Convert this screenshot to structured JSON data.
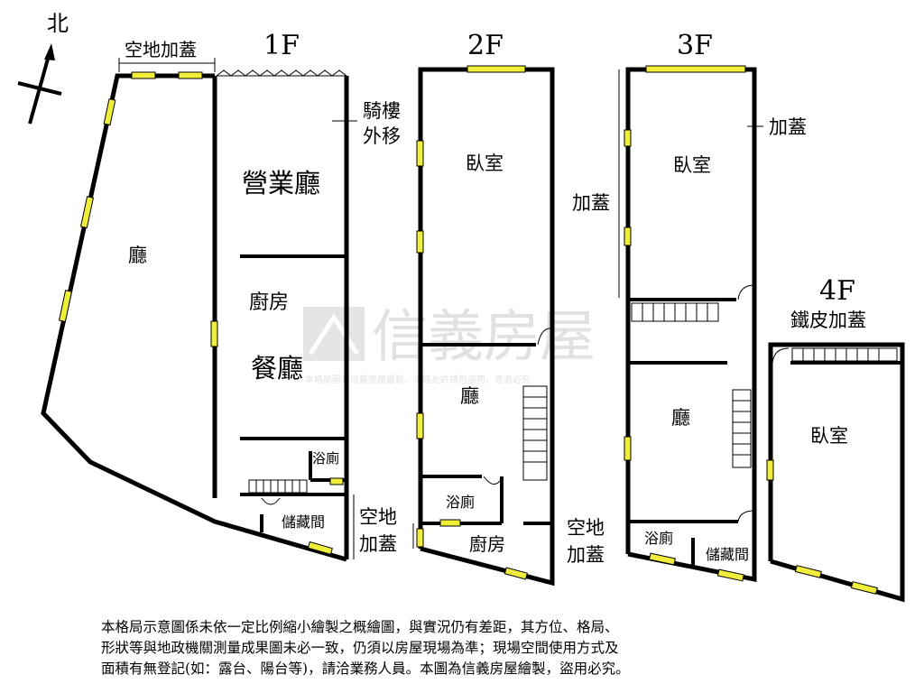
{
  "compass": {
    "north": "北"
  },
  "floors": {
    "f1": {
      "title": "1F",
      "labels": {
        "top_addition": "空地加蓋",
        "arcade_1": "騎樓",
        "arcade_2": "外移",
        "hall": "廳",
        "business_hall": "營業廳",
        "kitchen": "廚房",
        "dining": "餐廳",
        "bath": "浴廁",
        "storage": "儲藏間",
        "side_addition_1": "空地",
        "side_addition_2": "加蓋"
      }
    },
    "f2": {
      "title": "2F",
      "labels": {
        "bedroom": "臥室",
        "hall": "廳",
        "bath": "浴廁",
        "kitchen": "廚房"
      }
    },
    "f3": {
      "title": "3F",
      "labels": {
        "left_addition": "加蓋",
        "right_addition": "加蓋",
        "bedroom": "臥室",
        "hall": "廳",
        "bath": "浴廁",
        "storage": "儲藏間",
        "side_addition_1": "空地",
        "side_addition_2": "加蓋"
      }
    },
    "f4": {
      "title": "4F",
      "subtitle": "鐵皮加蓋",
      "labels": {
        "bedroom": "臥室"
      }
    }
  },
  "watermark": {
    "brand": "信義房屋",
    "notice": "本格局圖為信義房屋繪製，未經允許請勿盜用，違者必究"
  },
  "disclaimer": {
    "line1": "本格局示意圖係未依一定比例縮小繪製之概繪圖，與實況仍有差距，其方位、格局、",
    "line2": "形狀等與地政機關測量成果圖未必一致，仍須以房屋現場為準；現場空間使用方式及",
    "line3": "面積有無登記(如：露台、陽台等)，請洽業務人員。本圖為信義房屋繪製，盜用必究。"
  },
  "colors": {
    "window": "#f0ee3a",
    "wall": "#000000",
    "watermark": "#c9c9c9"
  }
}
